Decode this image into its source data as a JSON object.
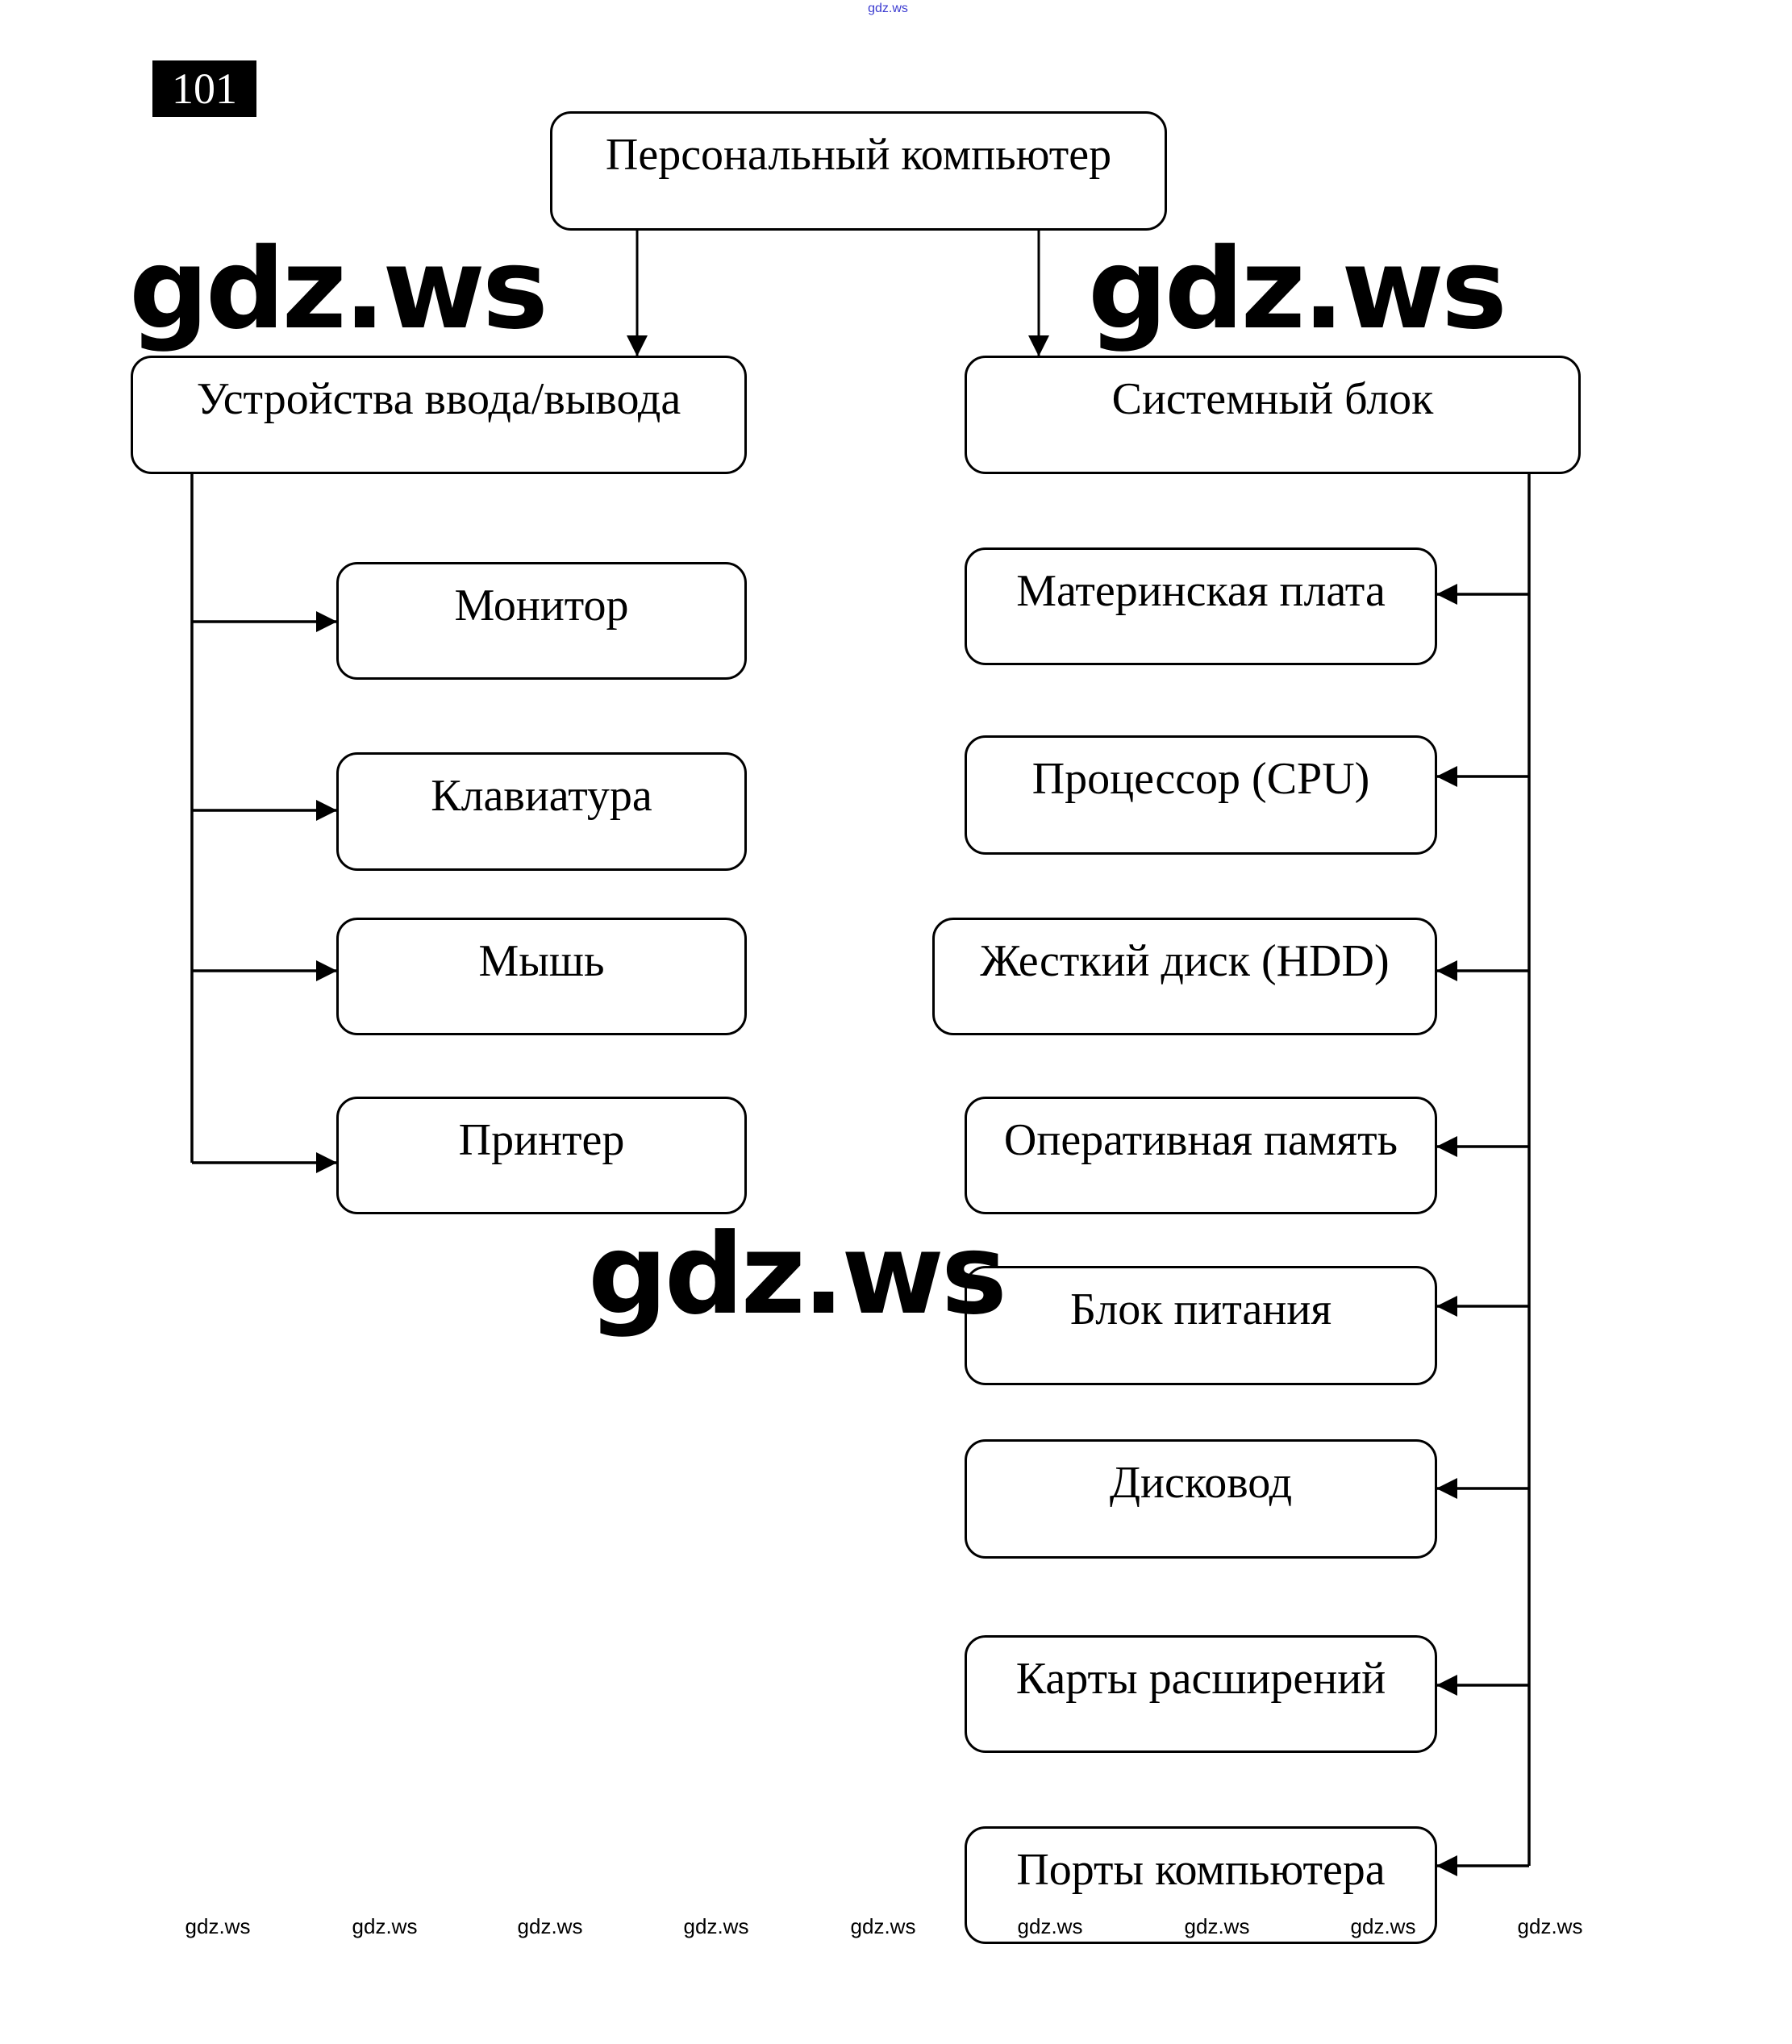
{
  "page_number": "101",
  "top_watermark": "gdz.ws",
  "watermark_big": "gdz.ws",
  "watermark_small": [
    "gdz.ws",
    "gdz.ws",
    "gdz.ws",
    "gdz.ws",
    "gdz.ws",
    "gdz.ws",
    "gdz.ws",
    "gdz.ws",
    "gdz.ws"
  ],
  "diagram": {
    "root": "Персональный компьютер",
    "left_branch": {
      "title": "Устройства ввода/вывода",
      "children": [
        "Монитор",
        "Клавиатура",
        "Мышь",
        "Принтер"
      ]
    },
    "right_branch": {
      "title": "Системный блок",
      "children": [
        "Материнская плата",
        "Процессор (CPU)",
        "Жесткий диск (HDD)",
        "Оперативная память",
        "Блок питания",
        "Дисковод",
        "Карты расширений",
        "Порты компьютера"
      ]
    }
  }
}
